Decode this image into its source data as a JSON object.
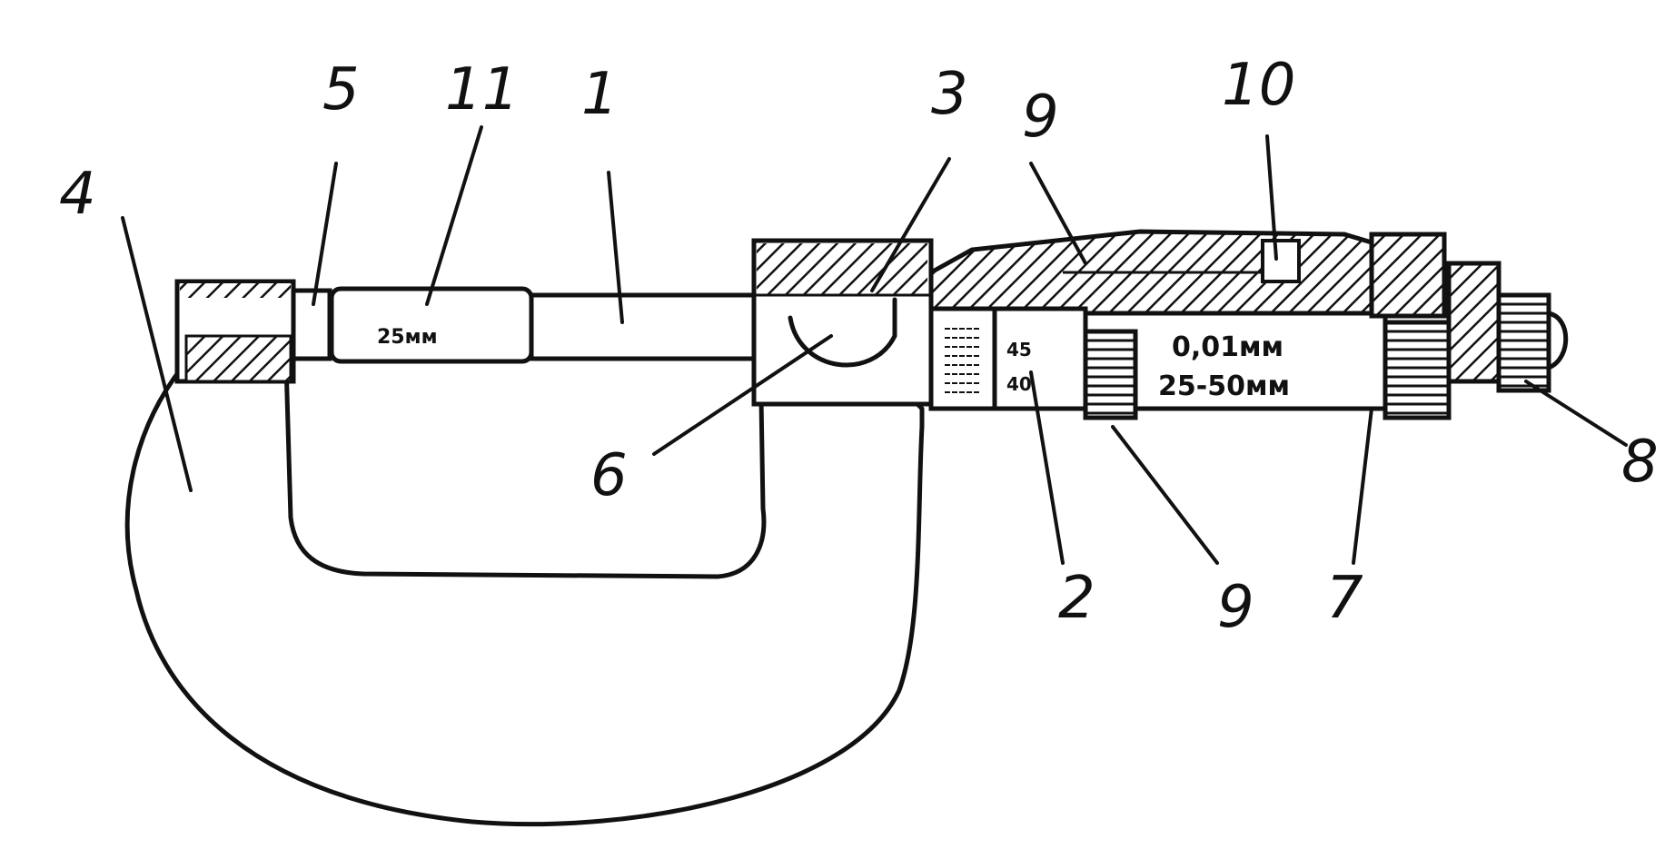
{
  "callouts": {
    "c1": "1",
    "c2": "2",
    "c3": "3",
    "c4": "4",
    "c5": "5",
    "c6": "6",
    "c7": "7",
    "c8": "8",
    "c9_top": "9",
    "c9_bottom": "9",
    "c10": "10",
    "c11": "11"
  },
  "engravings": {
    "rod": "25мм",
    "thimble_top": "45",
    "thimble_bottom": "40",
    "sleeve_line1": "0,01мм",
    "sleeve_line2": "25-50мм"
  }
}
